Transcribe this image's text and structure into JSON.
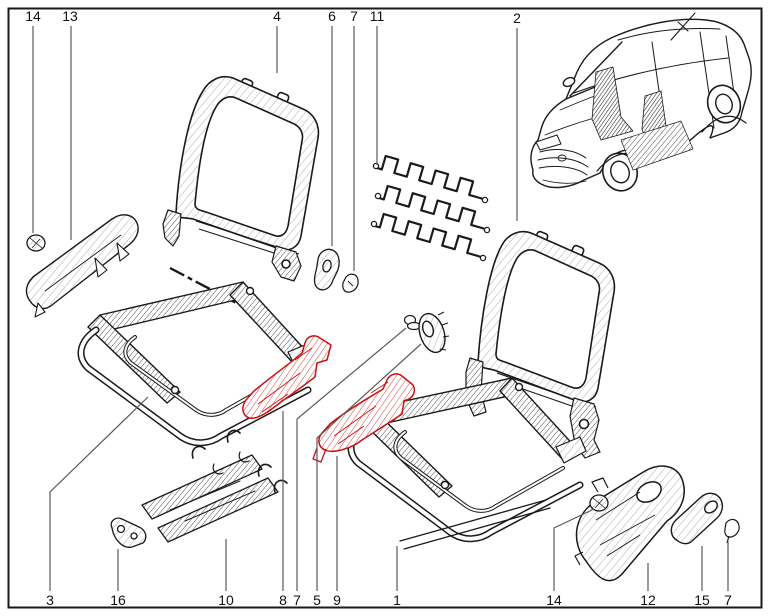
{
  "diagram": {
    "background": "#ffffff",
    "line_color": "#1a1a1a",
    "leader_color": "#5a5a5a",
    "highlight_color": "#cc1111",
    "highlighted_callouts": [
      "8",
      "9"
    ]
  },
  "callouts": {
    "top": [
      {
        "label": "14"
      },
      {
        "label": "13"
      },
      {
        "label": "4"
      },
      {
        "label": "6"
      },
      {
        "label": "7"
      },
      {
        "label": "11"
      },
      {
        "label": "2"
      }
    ],
    "bottom": [
      {
        "label": "3"
      },
      {
        "label": "16"
      },
      {
        "label": "10"
      },
      {
        "label": "8"
      },
      {
        "label": "7"
      },
      {
        "label": "5"
      },
      {
        "label": "9"
      },
      {
        "label": "1"
      },
      {
        "label": "14"
      },
      {
        "label": "12"
      },
      {
        "label": "15"
      },
      {
        "label": "7"
      }
    ]
  }
}
